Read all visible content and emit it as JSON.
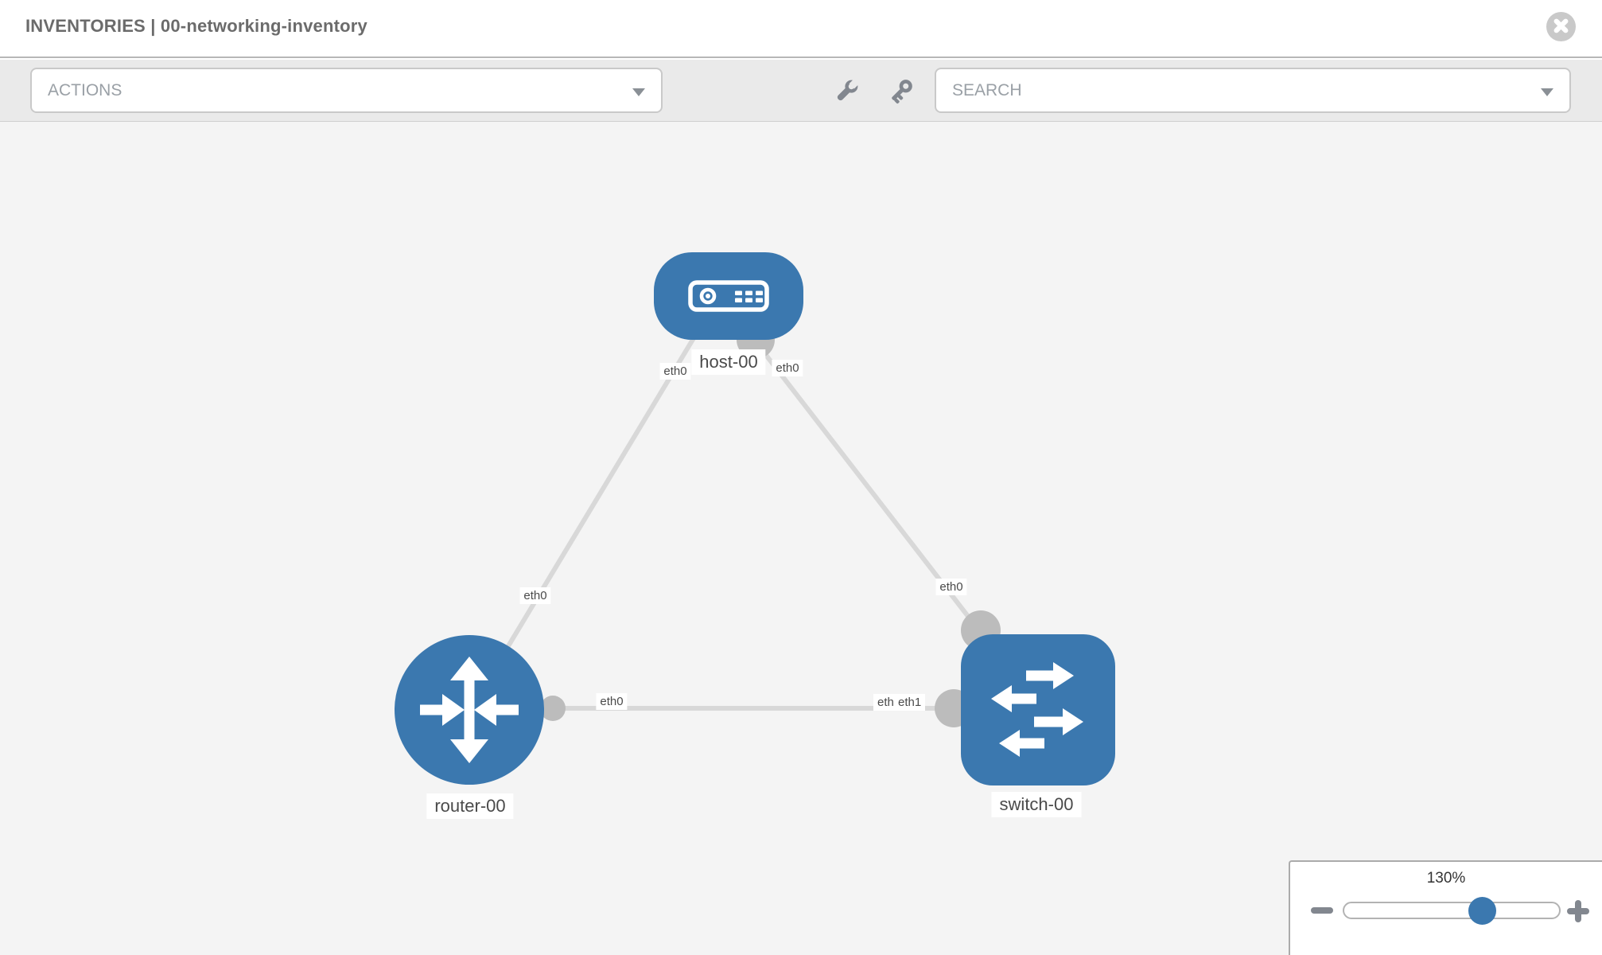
{
  "header": {
    "title": "INVENTORIES | 00-networking-inventory",
    "close_icon": "x-circle-icon"
  },
  "toolbar": {
    "actions_dropdown_label": "ACTIONS",
    "search_dropdown_label": "SEARCH",
    "tool_icons": [
      "wrench-icon",
      "key-icon"
    ]
  },
  "graph": {
    "nodes": [
      {
        "label": "host-00",
        "type": "host",
        "icon": "server-icon"
      },
      {
        "label": "router-00",
        "type": "router",
        "icon": "router-arrows-icon"
      },
      {
        "label": "switch-00",
        "type": "switch",
        "icon": "switch-arrows-icon"
      }
    ],
    "links": [
      {
        "from": "host-00",
        "to": "router-00",
        "from_if": "eth0",
        "to_if": "eth0"
      },
      {
        "from": "host-00",
        "to": "switch-00",
        "from_if": "eth0",
        "to_if": "eth0"
      },
      {
        "from": "router-00",
        "to": "switch-00",
        "from_if": "eth0",
        "to_if": "eth1"
      }
    ]
  },
  "zoom_control": {
    "level": "130%",
    "minus_icon": "minus-icon",
    "plus_icon": "plus-icon",
    "slider_value_pct": 64
  },
  "colors": {
    "node_blue": "#3b78af",
    "link_gray": "#d8d8d8",
    "connector_gray": "#bcbcbc",
    "canvas_bg": "#f4f4f4",
    "toolbar_bg": "#eaeaea"
  }
}
